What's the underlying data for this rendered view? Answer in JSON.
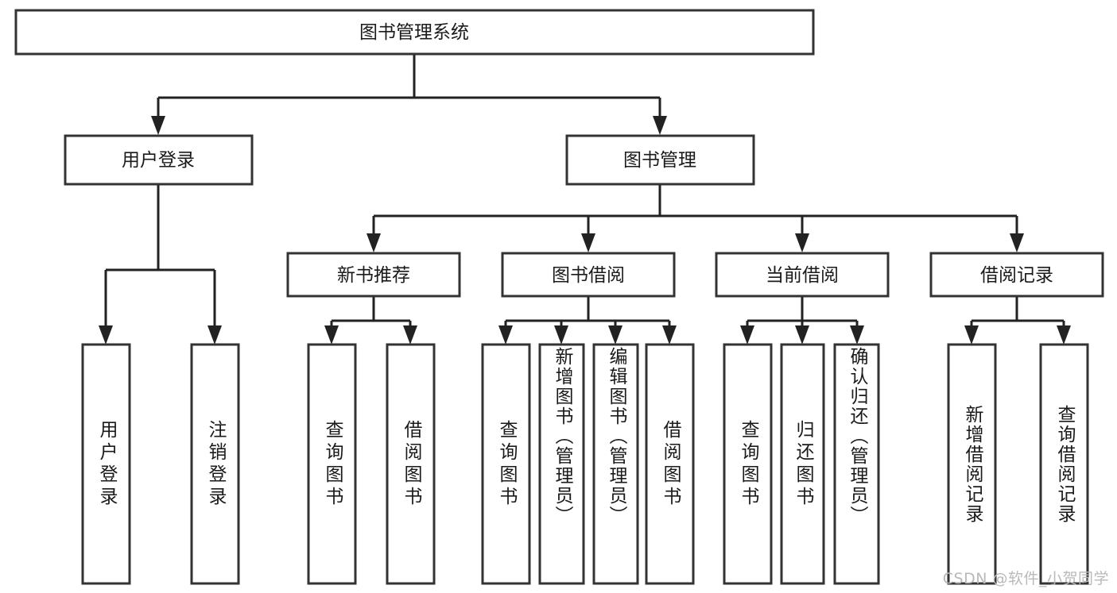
{
  "diagram": {
    "type": "tree",
    "title": "图书管理系统",
    "root": {
      "label": "图书管理系统"
    },
    "level2": [
      {
        "label": "用户登录"
      },
      {
        "label": "图书管理"
      }
    ],
    "level3": [
      {
        "label": "新书推荐"
      },
      {
        "label": "图书借阅"
      },
      {
        "label": "当前借阅"
      },
      {
        "label": "借阅记录"
      }
    ],
    "leaves": {
      "user_login": [
        {
          "label": "用户登录"
        },
        {
          "label": "注销登录"
        }
      ],
      "new_book_recommend": [
        {
          "label": "查询图书"
        },
        {
          "label": "借阅图书"
        }
      ],
      "book_borrow": [
        {
          "label": "查询图书"
        },
        {
          "label": "新增图书（管理员）"
        },
        {
          "label": "编辑图书（管理员）"
        },
        {
          "label": "借阅图书"
        }
      ],
      "current_borrow": [
        {
          "label": "查询图书"
        },
        {
          "label": "归还图书"
        },
        {
          "label": "确认归还（管理员）"
        }
      ],
      "borrow_record": [
        {
          "label": "新增借阅记录"
        },
        {
          "label": "查询借阅记录"
        }
      ]
    }
  },
  "watermark": {
    "text": "CSDN @软件_小贺同学"
  },
  "colors": {
    "box_stroke": "#333333",
    "box_fill": "#ffffff",
    "connector": "#222222",
    "text": "#1a1a1a",
    "watermark": "#b9b9b9",
    "background": "#ffffff"
  }
}
